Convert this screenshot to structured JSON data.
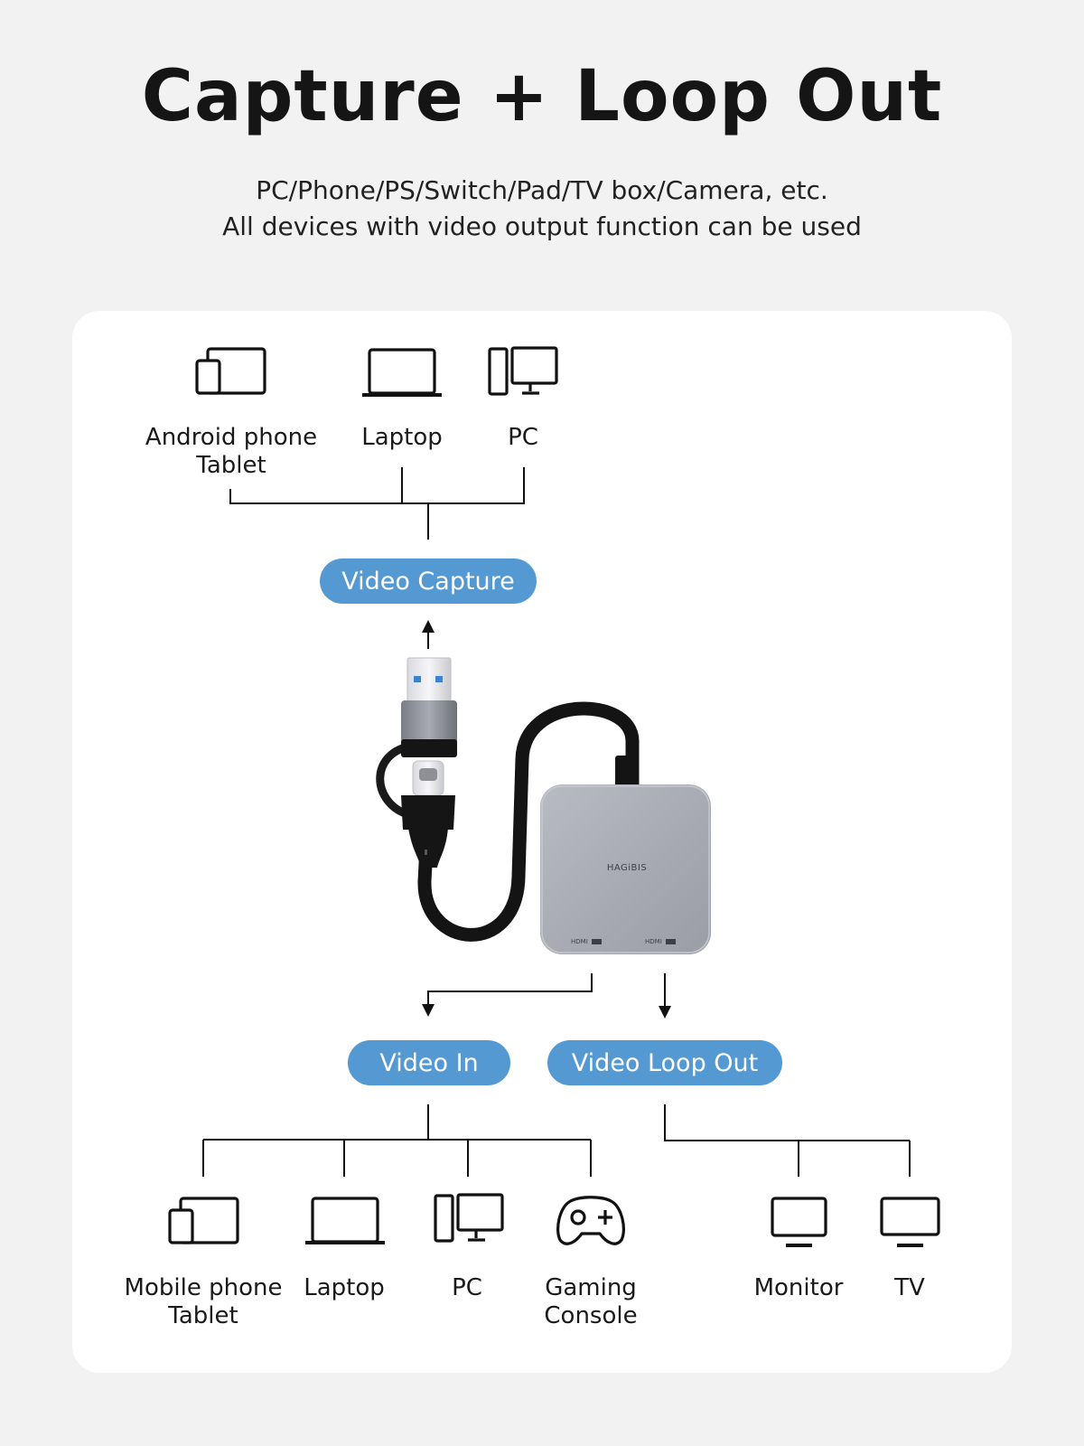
{
  "title": "Capture + Loop Out",
  "subtitle": {
    "line1": "PC/Phone/PS/Switch/Pad/TV box/Camera, etc.",
    "line2": "All devices with video output function can be used"
  },
  "capture_sources": [
    {
      "icon": "phone-tablet-icon",
      "label": "Android phone\nTablet"
    },
    {
      "icon": "laptop-icon",
      "label": "Laptop"
    },
    {
      "icon": "pc-icon",
      "label": "PC"
    }
  ],
  "pills": {
    "video_capture": "Video Capture",
    "video_in": "Video In",
    "video_loop_out": "Video Loop Out"
  },
  "device": {
    "brand": "HAGiBIS",
    "port_left": "HDMI",
    "port_right": "HDMI"
  },
  "video_in_sources": [
    {
      "icon": "phone-tablet-icon",
      "label": "Mobile phone\nTablet"
    },
    {
      "icon": "laptop-icon",
      "label": "Laptop"
    },
    {
      "icon": "pc-icon",
      "label": "PC"
    },
    {
      "icon": "gamepad-icon",
      "label": "Gaming\nConsole"
    }
  ],
  "loop_out_targets": [
    {
      "icon": "monitor-icon",
      "label": "Monitor"
    },
    {
      "icon": "tv-icon",
      "label": "TV"
    }
  ],
  "colors": {
    "pill": "#5599d3",
    "card": "#ffffff",
    "background": "#f2f2f2",
    "device_body": "#a7a9b2"
  }
}
